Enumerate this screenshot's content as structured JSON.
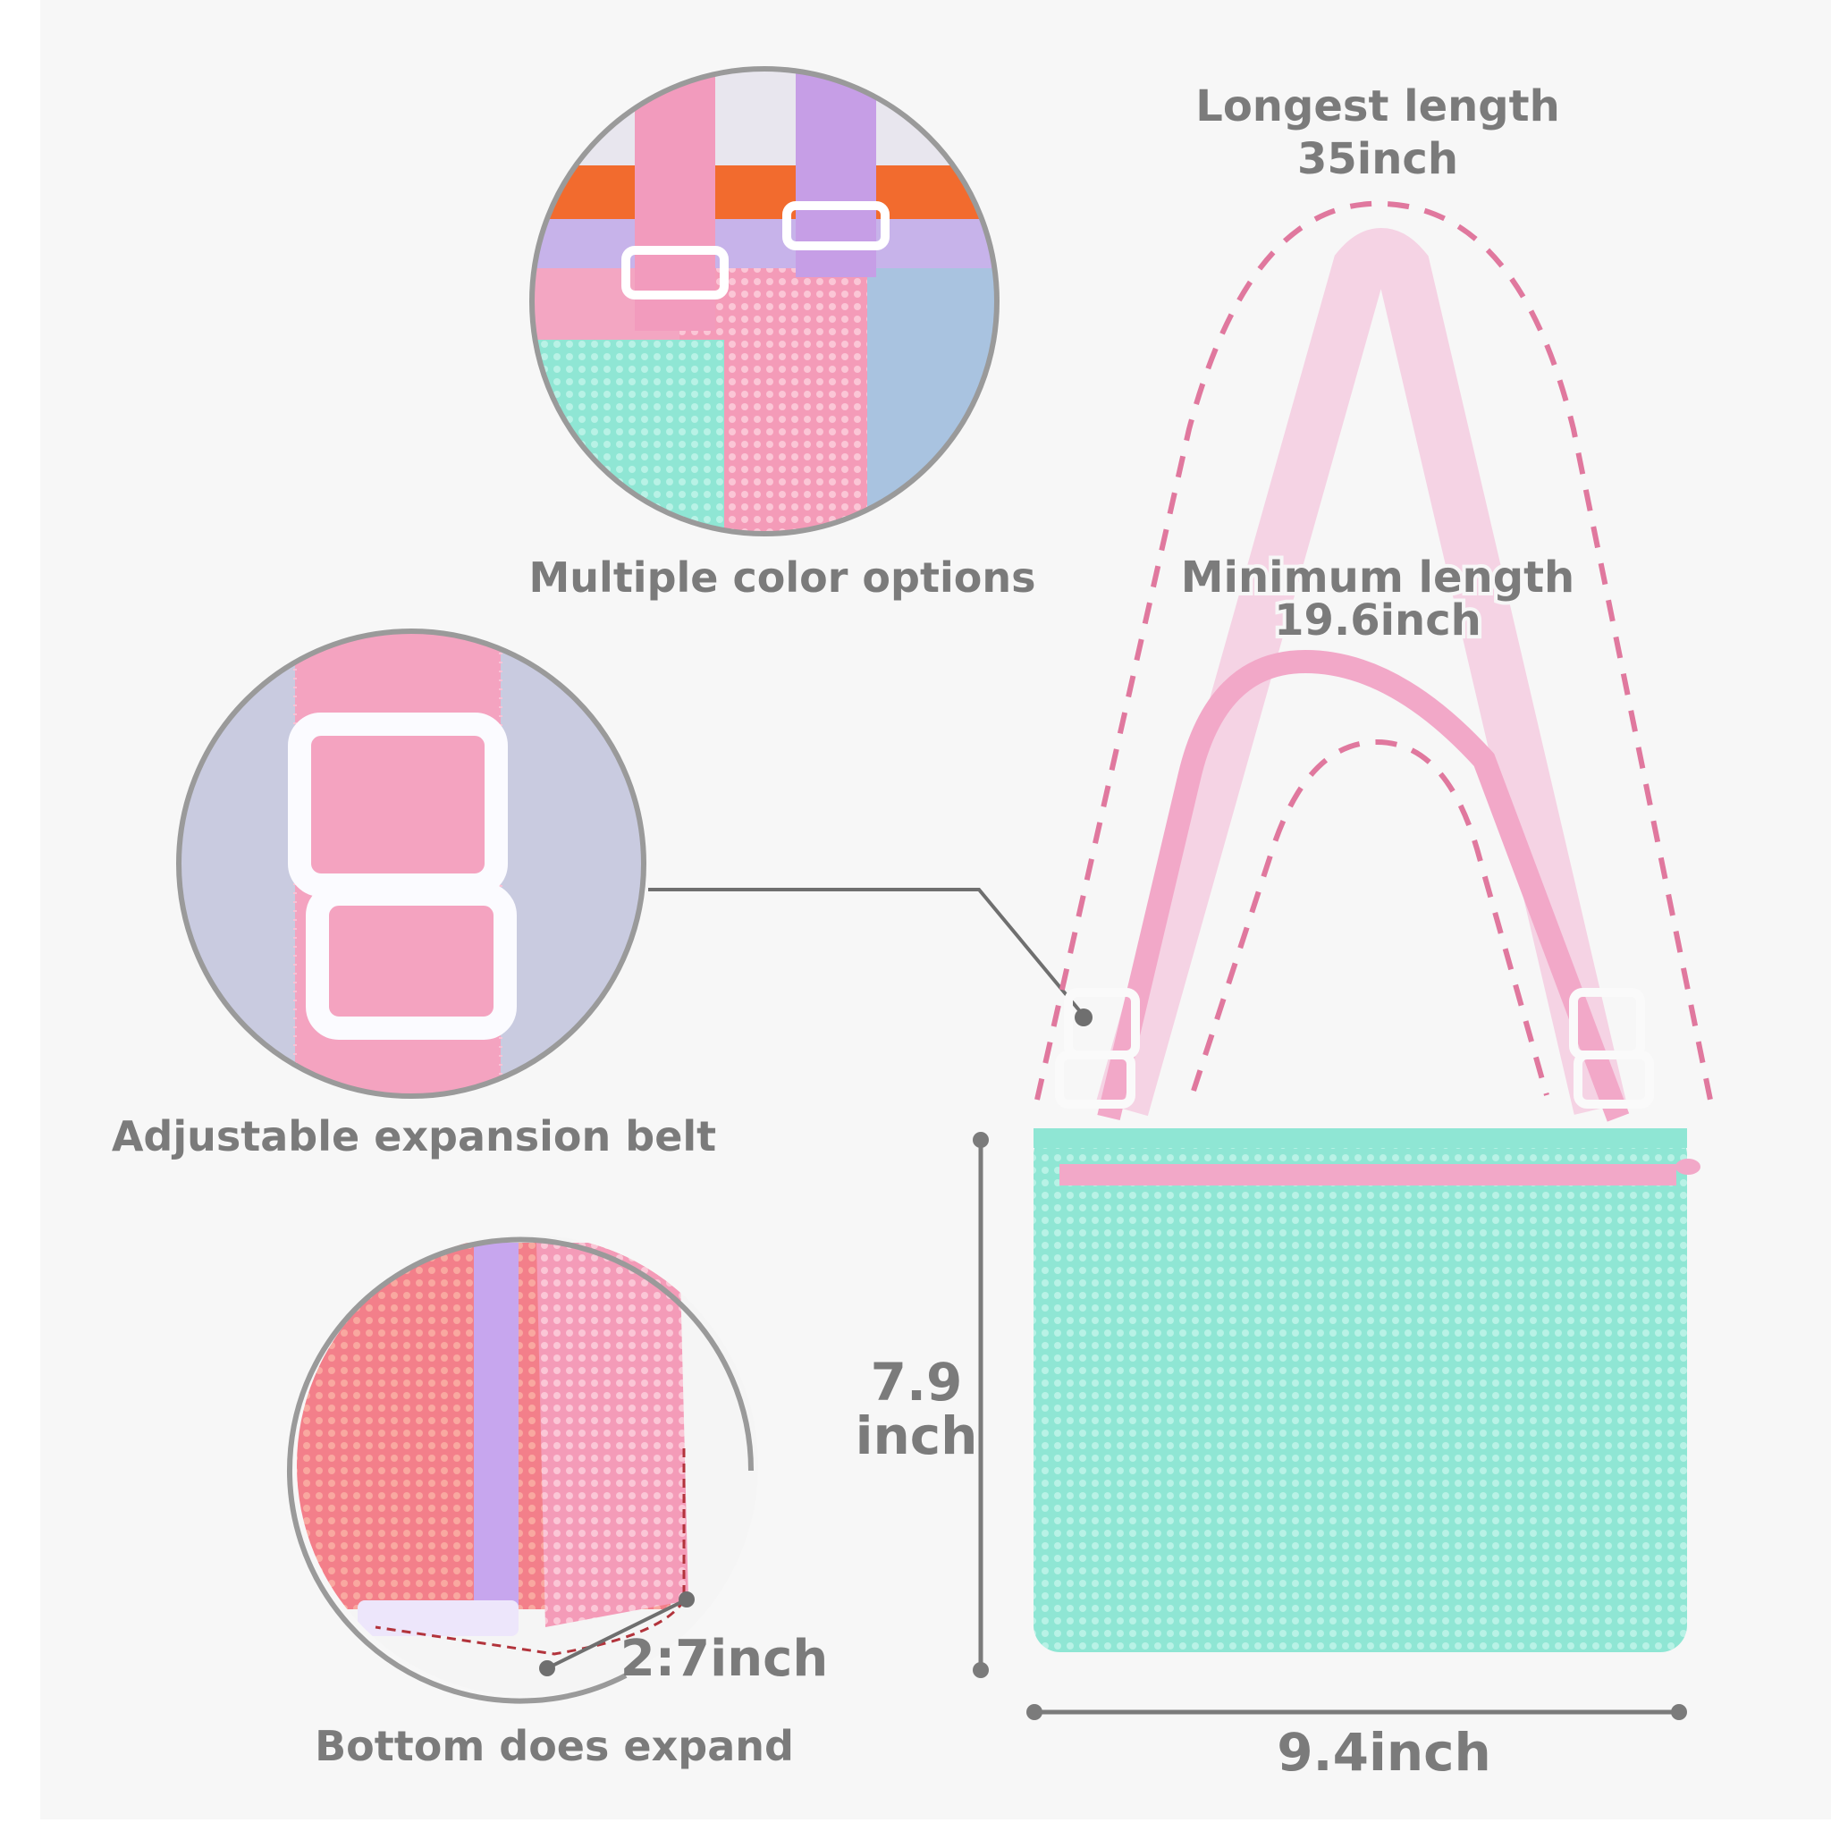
{
  "features": {
    "color_options": "Multiple color options",
    "adjustable_belt": "Adjustable expansion belt",
    "bottom_expand": "Bottom does expand",
    "bottom_depth": "2:7inch"
  },
  "dimensions": {
    "longest_label": "Longest length",
    "longest_value": "35inch",
    "minimum_label": "Minimum length",
    "minimum_value": "19.6inch",
    "height_value": "7.9",
    "height_unit": "inch",
    "width_value": "9.4inch"
  },
  "colors": {
    "background": "#f7f7f7",
    "text": "#7b7b7b",
    "dash": "#e0789e",
    "bag": "#8fe6d4",
    "strap": "#f2a8c8",
    "strap_light": "#f5d3e4"
  }
}
